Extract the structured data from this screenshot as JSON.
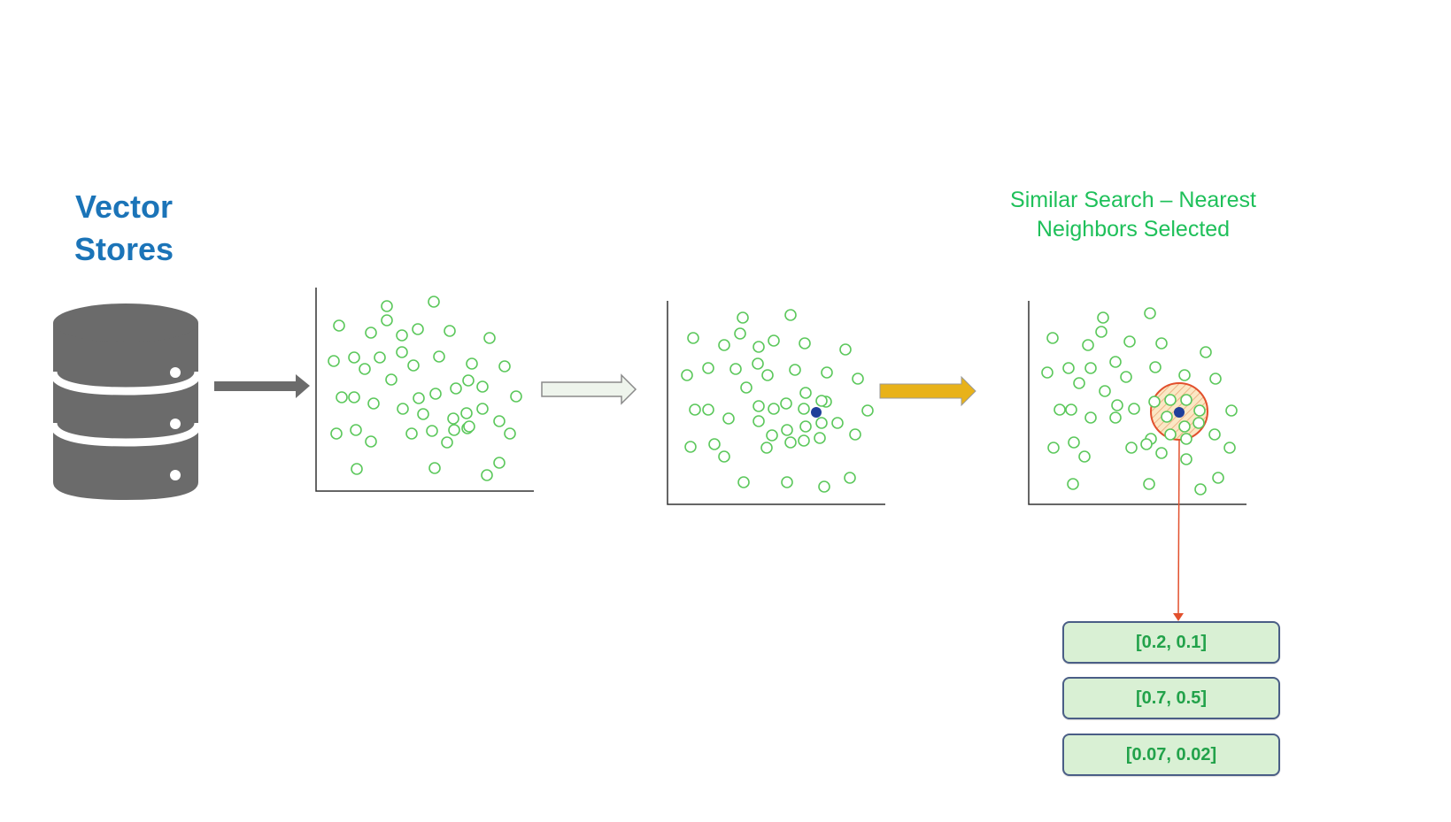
{
  "left_title": {
    "line1": "Vector",
    "line2": "Stores"
  },
  "right_title": {
    "line1": "Similar Search – Nearest",
    "line2": "Neighbors Selected"
  },
  "results": [
    "[0.2, 0.1]",
    "[0.7, 0.5]",
    "[0.07, 0.02]"
  ],
  "icons": {
    "database": "database-icon",
    "arrow_1": "arrow-right-icon",
    "arrow_2": "arrow-right-icon",
    "arrow_3": "arrow-right-icon"
  },
  "colors": {
    "title_blue": "#1b74b8",
    "title_green": "#1fc05a",
    "point_green": "#5cc85c",
    "query_point": "#1f3f9a",
    "neighborhood": "#e2502d",
    "arrow_gray": "#6b6b6b",
    "arrow_yellow": "#e8b21a",
    "box_fill": "#d9f0d4",
    "box_border": "#4a5e86"
  }
}
